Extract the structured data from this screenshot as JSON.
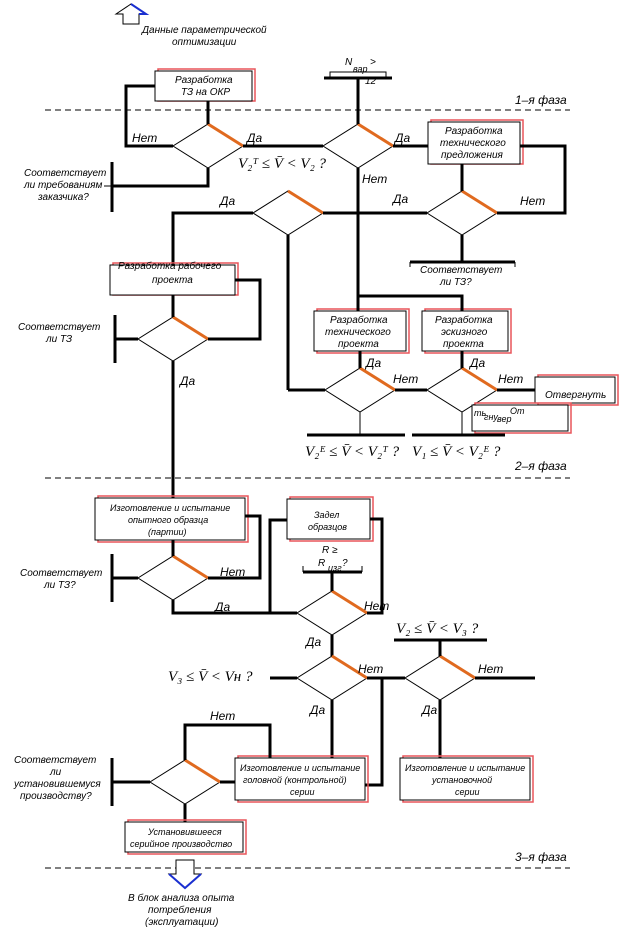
{
  "phases": {
    "p1": "1–я фаза",
    "p2": "2–я фаза",
    "p3": "3–я фаза"
  },
  "io": {
    "input": [
      "Данные параметрической",
      "оптимизации"
    ],
    "output": [
      "В блок анализа опыта",
      "потребления",
      "(эксплуатации)"
    ]
  },
  "boxes": {
    "tz": [
      "Разработка",
      "ТЗ на ОКР"
    ],
    "tech_offer": [
      "Разработка",
      "технического",
      "предложения"
    ],
    "work_project": [
      "Разработка рабочего",
      "проекта"
    ],
    "tech_project": [
      "Разработка",
      "технического",
      "проекта"
    ],
    "sketch_project": [
      "Разработка",
      "эскизного",
      "проекта"
    ],
    "reject": "Отвергнуть",
    "reject2": [
      "От",
      "вер",
      "гну",
      "ть"
    ],
    "prototype": [
      "Изготовление и испытание",
      "опытного образца",
      "(партии)"
    ],
    "samples": [
      "Задел",
      "образцов"
    ],
    "head_series": [
      "Изготовление и испытание",
      "головной (контрольной)",
      "серии"
    ],
    "install_series": [
      "Изготовление и испытание",
      "установочной",
      "серии"
    ],
    "steady": [
      "Установившееся",
      "серийное производство"
    ]
  },
  "questions": {
    "customer": [
      "Соответствует",
      "ли требованиям",
      "заказчика?"
    ],
    "tz1": [
      "Соответствует",
      "ли ТЗ?"
    ],
    "tz2": [
      "Соответствует",
      "ли ТЗ"
    ],
    "tz3": [
      "Соответствует",
      "ли ТЗ?"
    ],
    "steady": [
      "Соответствует",
      "ли",
      "установившемуся",
      "производству?"
    ],
    "nvar": "N",
    "nvar_sub": "вар",
    "nvar_rest": "> 12",
    "r_main": "R ≥",
    "r_sub_letter": "R",
    "r_sub": "изг",
    "r_q": "?"
  },
  "answers": {
    "yes": "Да",
    "no": "Нет"
  },
  "conditions": {
    "c1": "V₂ᵀ ≤ V̄ < V₂ ?",
    "c2": "V₂ᴱ ≤ V̄ < V₂ᵀ ?",
    "c3": "V₁ ≤ V̄ < V₂ᴱ ?",
    "c4": "V₂ ≤ V̄ < V₃ ?",
    "c5": "V₃ ≤ V̄ < Vн ?"
  }
}
